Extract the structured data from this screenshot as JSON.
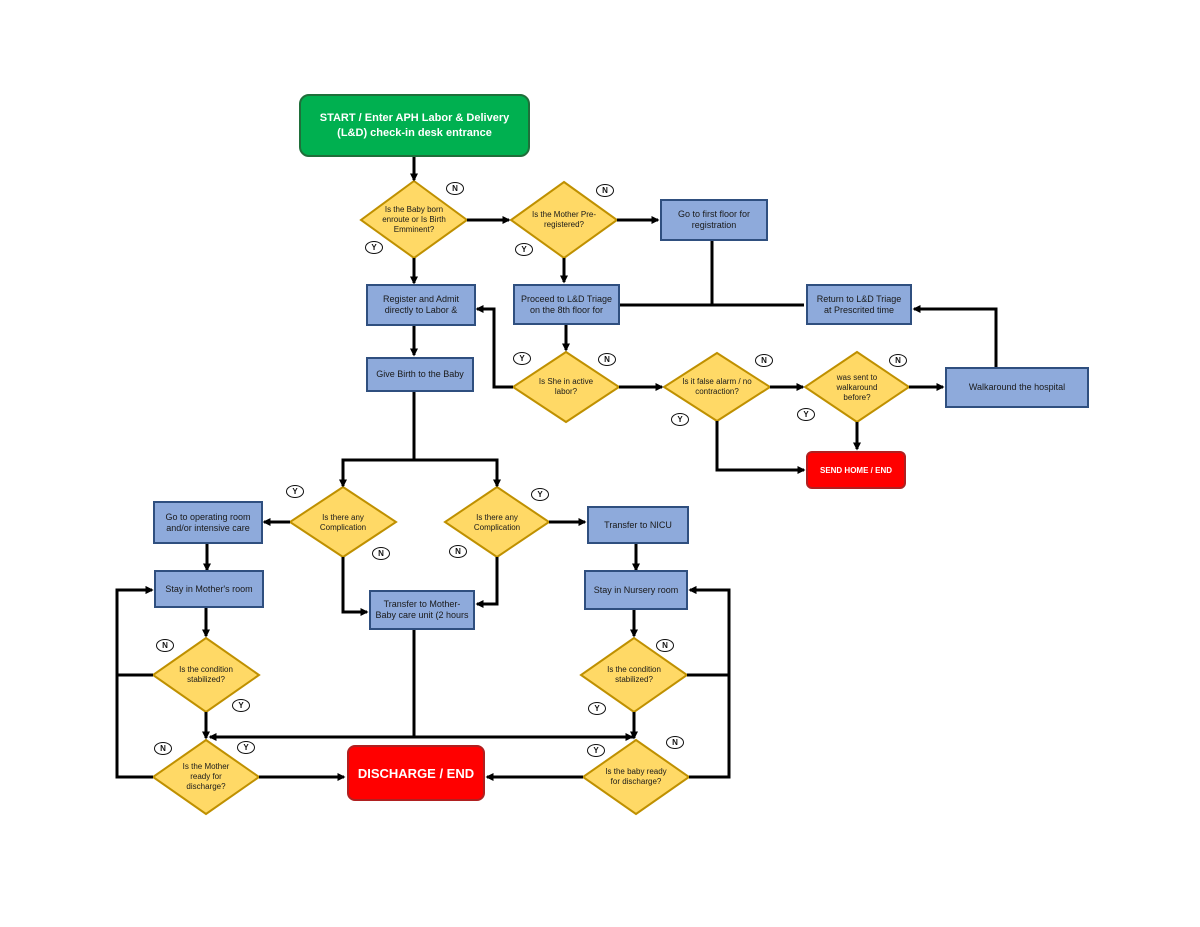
{
  "nodes": {
    "start": "START / Enter APH Labor & Delivery (L&D) check-in desk entrance",
    "born_enroute": "Is the Baby born enroute or Is Birth Emminent?",
    "pre_registered": "Is the Mother Pre-registered?",
    "first_floor": "Go to first floor for registration",
    "register_admit": "Register and Admit directly to Labor &",
    "proceed_triage": "Proceed to L&D Triage on the 8th floor for",
    "return_triage": "Return to L&D Triage at Prescrited time",
    "give_birth": "Give Birth to the Baby",
    "active_labor": "Is She in active labor?",
    "false_alarm": "Is it false alarm / no contraction?",
    "walkaround_before": "was sent to walkaround before?",
    "walkaround": "Walkaround the hospital",
    "send_home": "SEND HOME / END",
    "complication_left": "Is there any Complication",
    "complication_right": "Is there any Complication",
    "operating_room": "Go to operating room and/or intensive care",
    "transfer_nicu": "Transfer to NICU",
    "stay_mother_room": "Stay in Mother's room",
    "transfer_mother_baby": "Transfer to Mother-Baby care unit (2 hours",
    "stay_nursery": "Stay in Nursery room",
    "condition_left": "Is the condition stabilized?",
    "condition_right": "Is the condition stabilized?",
    "mother_discharge": "Is the Mother ready for discharge?",
    "discharge": "DISCHARGE / END",
    "baby_discharge": "Is the baby ready for discharge?"
  },
  "labels": {
    "yes": "Y",
    "no": "N"
  },
  "colors": {
    "start": "#00b050",
    "process": "#8eaadb",
    "decision": "#ffd966",
    "end": "#ff0000",
    "line": "#000000"
  }
}
